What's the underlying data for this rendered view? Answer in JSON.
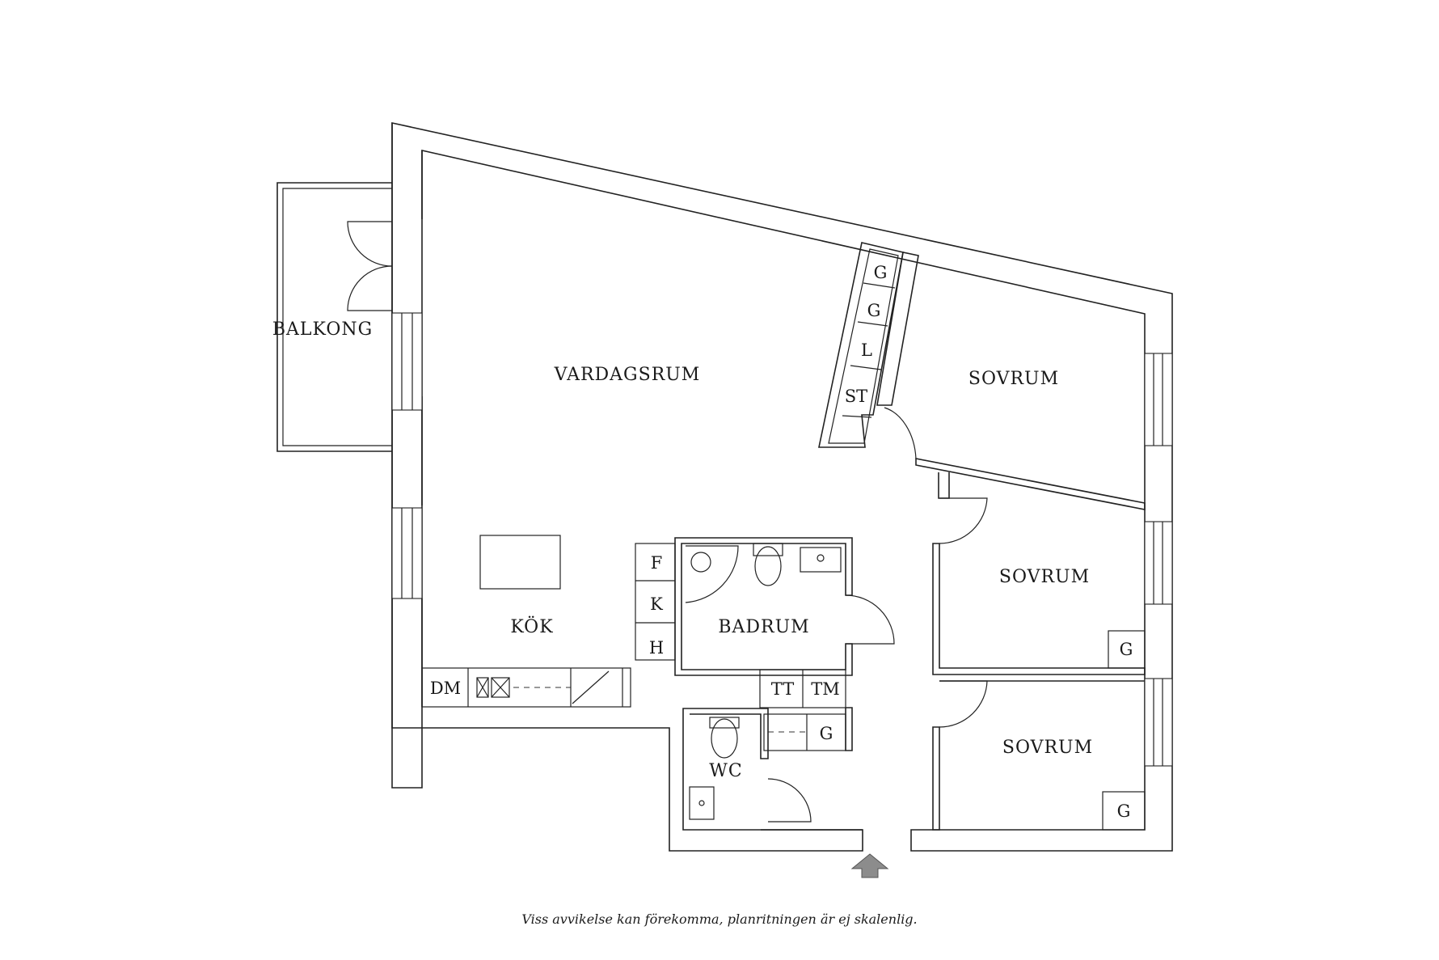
{
  "rooms": {
    "balkong": "BALKONG",
    "vardagsrum": "VARDAGSRUM",
    "kok": "KÖK",
    "badrum": "BADRUM",
    "wc": "WC",
    "sovrum_1": "SOVRUM",
    "sovrum_2": "SOVRUM",
    "sovrum_3": "SOVRUM"
  },
  "fixtures": {
    "wardrobe_g1": "G",
    "wardrobe_g2": "G",
    "linen_l": "L",
    "storage_st": "ST",
    "fridge_f": "F",
    "freezer_k": "K",
    "cabinet_h": "H",
    "dishwasher_dm": "DM",
    "dryer_tt": "TT",
    "washer_tm": "TM",
    "hall_wardrobe_g": "G",
    "bed2_wardrobe_g": "G",
    "bed3_wardrobe_g": "G"
  },
  "disclaimer": "Viss avvikelse kan förekomma, planritningen är ej skalenlig."
}
